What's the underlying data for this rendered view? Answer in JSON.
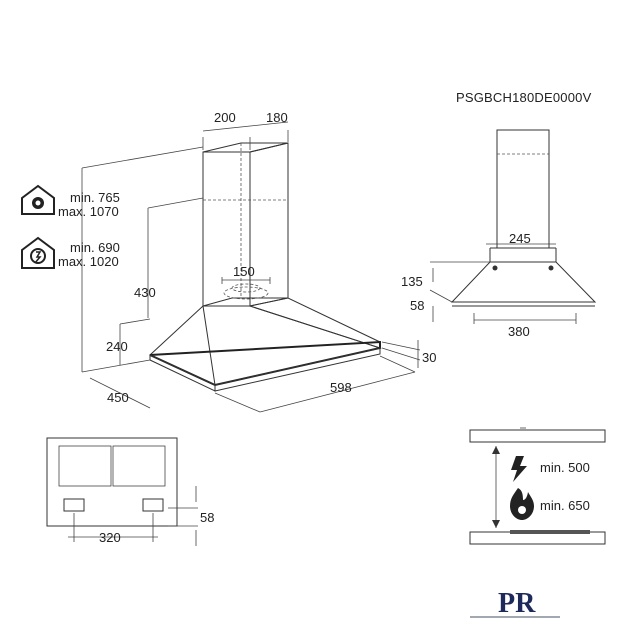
{
  "model_code": "PSGBCH180DE0000V",
  "hood_view": {
    "dim_chimney_width": "200",
    "dim_chimney_depth": "180",
    "dim_gas_min": "min. 765",
    "dim_gas_max": "max. 1070",
    "dim_elec_min": "min. 690",
    "dim_elec_max": "max. 1020",
    "dim_outlet": "150",
    "dim_chimney_height": "430",
    "dim_canopy_height": "240",
    "dim_depth": "450",
    "dim_width": "598",
    "dim_bottom_thickness": "30"
  },
  "side_view": {
    "dim_chimney_base": "245",
    "dim_top_height": "135",
    "dim_bottom_height": "58",
    "dim_bottom_width": "380"
  },
  "bottom_view": {
    "dim_filter_spacing": "320",
    "dim_filter_offset": "58"
  },
  "clearance": {
    "electric_min": "min. 500",
    "gas_min": "min. 650"
  },
  "logo_text": "PR"
}
